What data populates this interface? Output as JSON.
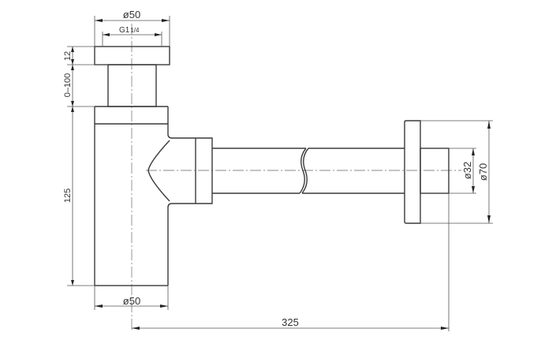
{
  "drawing": {
    "title": "Bottle trap technical drawing",
    "units": "mm",
    "colors": {
      "outline": "#3a3a3a",
      "dimension": "#555555",
      "centerline": "#8a8a8a",
      "background": "#ffffff"
    },
    "dimensions": {
      "top_diameter": "ø50",
      "thread": "G1 1/4",
      "cap_height": "12",
      "adjust_range": "0–100",
      "body_height": "125",
      "bottom_diameter": "ø50",
      "total_length": "325",
      "pipe_diameter": "ø32",
      "flange_diameter": "ø70"
    },
    "thread_parts": {
      "main": "G1",
      "fraction": "1/4"
    }
  }
}
